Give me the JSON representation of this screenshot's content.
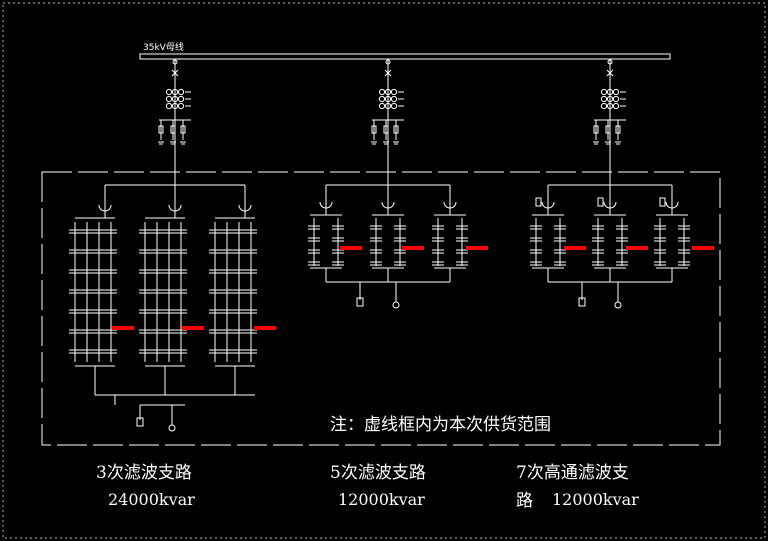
{
  "bus": {
    "label": "35kV母线"
  },
  "note": "注：虚线框内为本次供货范围",
  "branches": [
    {
      "name": "3次滤波支路",
      "capacity": "24000kvar"
    },
    {
      "name": "5次滤波支路",
      "capacity": "12000kvar"
    },
    {
      "name": "7次高通滤波支",
      "name_wrap": "路",
      "capacity": "12000kvar"
    }
  ],
  "colors": {
    "background": "#000000",
    "line": "#ffffff",
    "marker": "#ff0000"
  }
}
